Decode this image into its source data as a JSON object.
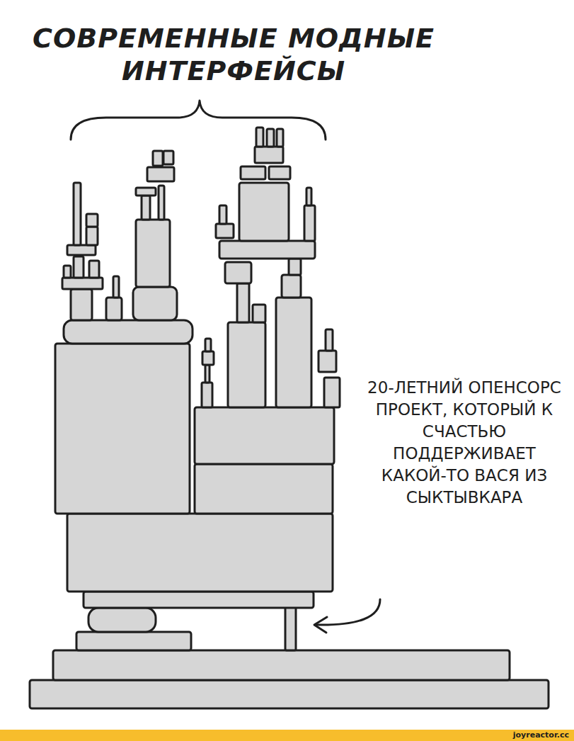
{
  "diagram": {
    "labels": [
      "СОВРЕМЕННЫЕ МОДНЫЕ ИНТЕРФЕЙСЫ",
      "20-ЛЕТНИЙ ОПЕНСОРС ПРОЕКТ, КОТОРЫЙ К СЧАСТЬЮ ПОДДЕРЖИВАЕТ КАКОЙ-ТО ВАСЯ ИЗ СЫКТЫВКАРА",
      "joyreactor.cc"
    ]
  }
}
